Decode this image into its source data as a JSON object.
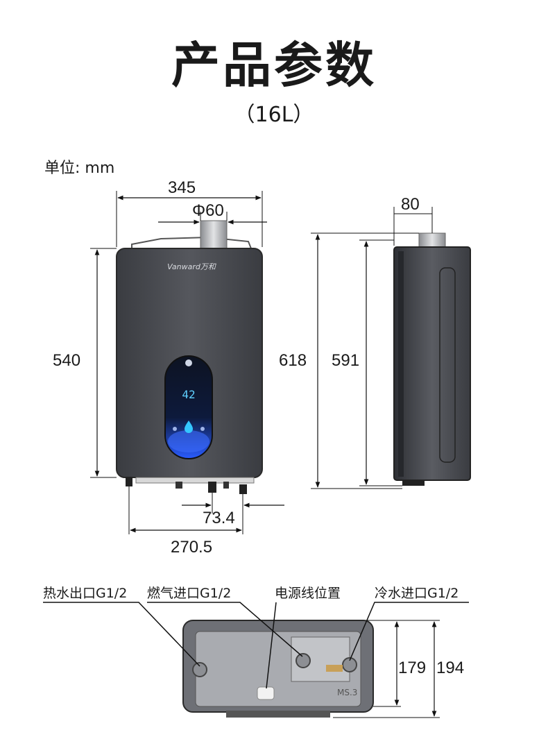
{
  "title": "产品参数",
  "subtitle": "（16L）",
  "unit_label": "单位: mm",
  "front_view": {
    "brand": "Vanward万和",
    "display_value": "42",
    "dimensions": {
      "width": "345",
      "flue_diameter": "Φ60",
      "height": "540",
      "pipe_spacing": "73.4",
      "pipe_span": "270.5"
    }
  },
  "side_view": {
    "dimensions": {
      "depth": "80",
      "total_height": "618",
      "body_height": "591"
    }
  },
  "bottom_view": {
    "labels": {
      "hot_water_outlet": "热水出口G1/2",
      "gas_inlet": "燃气进口G1/2",
      "power_cord": "电源线位置",
      "cold_water_inlet": "冷水进口G1/2"
    },
    "dimensions": {
      "depth_inner": "179",
      "depth_outer": "194"
    }
  },
  "colors": {
    "body": "#4a4c52",
    "body_dark": "#2e3035",
    "panel": "#0b1224",
    "panel_glow": "#2a5cff",
    "line": "#111111"
  }
}
